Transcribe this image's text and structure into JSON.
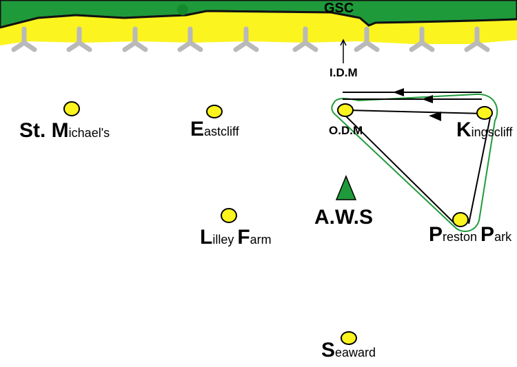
{
  "map": {
    "header_label": "GSC",
    "colors": {
      "grass": "#1f9a3a",
      "sand": "#fbf41f",
      "tree": "#b9b9b9",
      "station": "#fbf41f",
      "aws": "#1f9a3a",
      "loop": "#1f9a3a"
    }
  },
  "labels": {
    "idm": "I.D.M",
    "odm": "O.D.M",
    "aws": "A.W.S",
    "st_michaels": {
      "a": "St. ",
      "b": "M",
      "c": "ichael's"
    },
    "eastcliff": {
      "b": "E",
      "c": "astcliff"
    },
    "kingscliff": {
      "b": "K",
      "c": "ingscliff"
    },
    "lilley_farm": {
      "b1": "L",
      "c1": "illey ",
      "b2": "F",
      "c2": "arm"
    },
    "preston_park": {
      "b1": "P",
      "c1": "reston ",
      "b2": "P",
      "c2": "ark"
    },
    "seaward": {
      "b": "S",
      "c": "eaward"
    }
  }
}
